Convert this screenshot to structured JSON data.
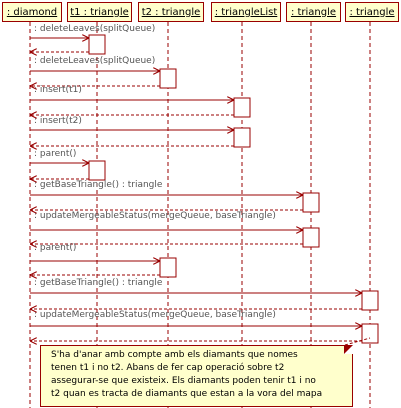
{
  "participants": [
    {
      "id": "diamond",
      "label": ": diamond"
    },
    {
      "id": "t1",
      "label": "t1 : triangle"
    },
    {
      "id": "t2",
      "label": "t2 : triangle"
    },
    {
      "id": "tlist",
      "label": ": triangleList"
    },
    {
      "id": "tri1",
      "label": ": triangle"
    },
    {
      "id": "tri2",
      "label": ": triangle"
    }
  ],
  "messages": [
    {
      "label": ": deleteLeaves(splitQueue)",
      "to": "t1"
    },
    {
      "label": ": deleteLeaves(splitQueue)",
      "to": "t2"
    },
    {
      "label": ": insert(t1)",
      "to": "tlist"
    },
    {
      "label": ": insert(t2)",
      "to": "tlist"
    },
    {
      "label": ": parent()",
      "to": "t1"
    },
    {
      "label": ": getBaseTriangle() : triangle",
      "to": "tri1"
    },
    {
      "label": ": updateMergeableStatus(mergeQueue, baseTriangle)",
      "to": "tri1"
    },
    {
      "label": ": parent()",
      "to": "t2"
    },
    {
      "label": ": getBaseTriangle() : triangle",
      "to": "tri2"
    },
    {
      "label": ": updateMergeableStatus(mergeQueue, baseTriangle)",
      "to": "tri2"
    }
  ],
  "note": {
    "lines": [
      "S'ha d'anar amb compte amb els diamants que nomes",
      "tenen t1 i no t2. Abans de fer cap operació sobre t2",
      "assegurar-se que existeix. Els diamants poden tenir t1 i no",
      "t2 quan es tracta de diamants que estan a la vora del mapa"
    ]
  },
  "colors": {
    "line": "#990000",
    "box_fill": "#ffffcc",
    "label": "#555555"
  }
}
